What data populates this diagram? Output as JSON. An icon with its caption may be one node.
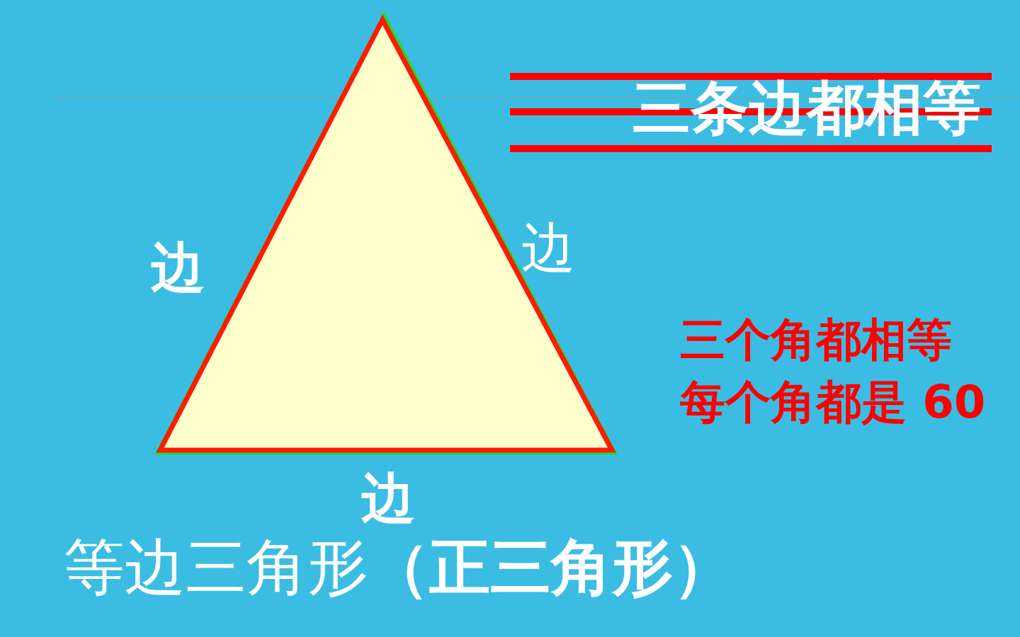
{
  "diagram": {
    "caption": "等边三角形**（正三角形）**",
    "labels": [
      "三条边都相等",
      "边",
      "边",
      "三个角都相等",
      "每个角都是 60",
      "边"
    ]
  }
}
